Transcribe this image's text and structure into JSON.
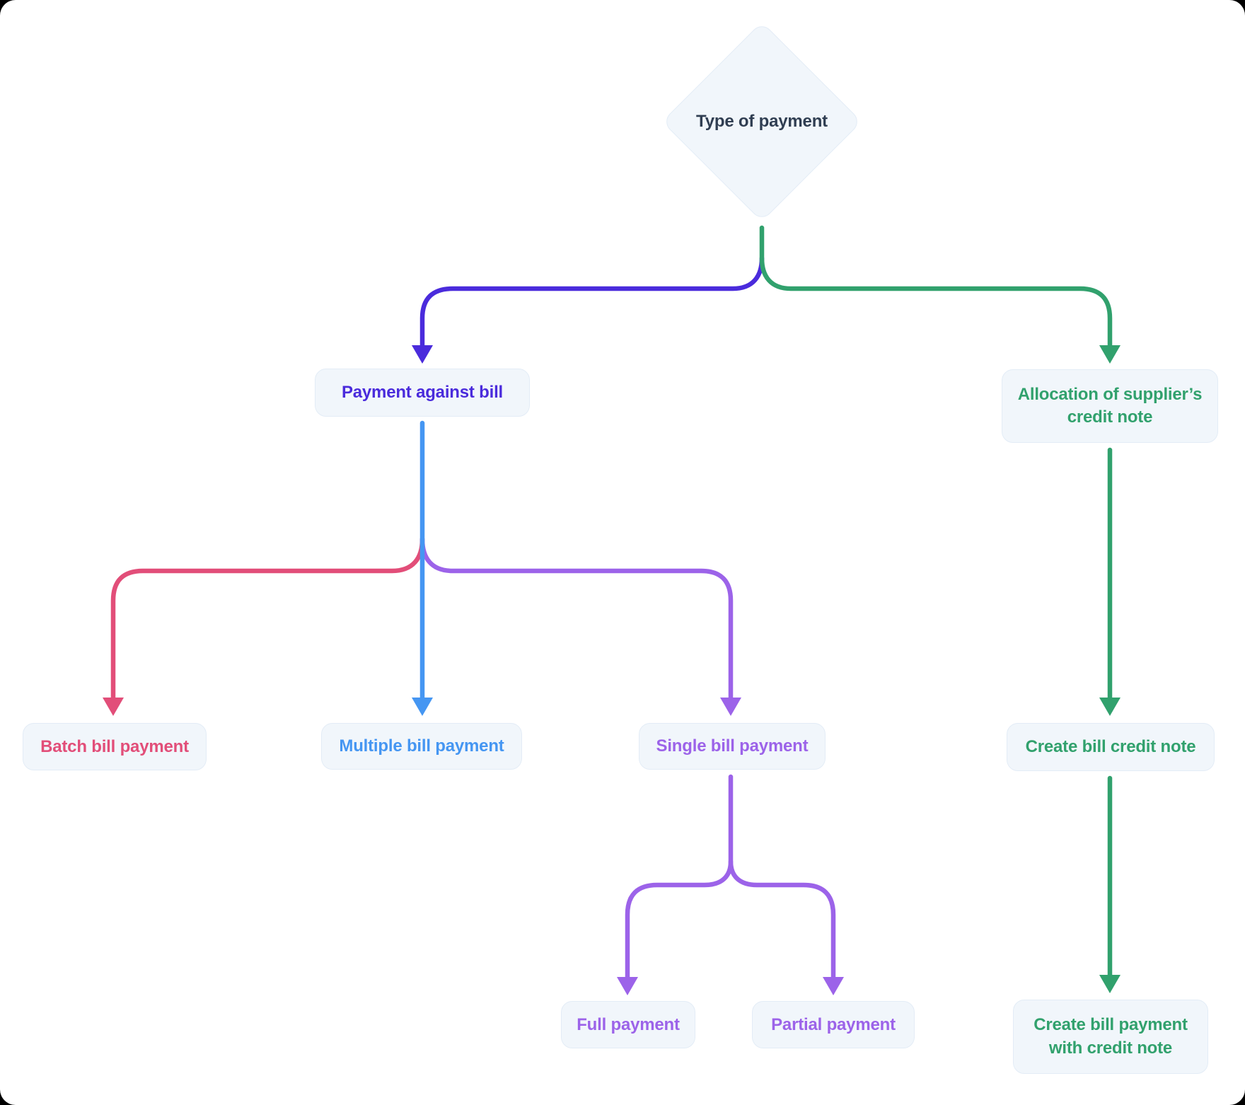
{
  "colors": {
    "indigo": "#4A2BDC",
    "green": "#31A16D",
    "pink": "#E24E79",
    "blue": "#4596F2",
    "purple": "#9C63E9",
    "diamond_text": "#303E52",
    "node_bg": "#F1F6FB",
    "node_border": "#E3ECF6",
    "page_bg": "#FFFFFF",
    "outer_bg": "#000000"
  },
  "diamond": {
    "label": "Type of payment"
  },
  "nodes": [
    {
      "id": "payment-against-bill",
      "label": "Payment against bill"
    },
    {
      "id": "allocation-of-suppliers-credit-note",
      "lines": [
        "Allocation of supplier’s",
        "credit note"
      ]
    },
    {
      "id": "batch-bill-payment",
      "label": "Batch bill payment"
    },
    {
      "id": "multiple-bill-payment",
      "label": "Multiple bill payment"
    },
    {
      "id": "single-bill-payment",
      "label": "Single bill payment"
    },
    {
      "id": "create-bill-credit-note",
      "label": "Create bill credit note"
    },
    {
      "id": "full-payment",
      "label": "Full payment"
    },
    {
      "id": "partial-payment",
      "label": "Partial payment"
    },
    {
      "id": "create-bill-payment-with-credit-note",
      "lines": [
        "Create bill payment",
        "with credit note"
      ]
    }
  ],
  "edges": [
    {
      "from": "type-of-payment",
      "to": "payment-against-bill",
      "color": "indigo"
    },
    {
      "from": "type-of-payment",
      "to": "allocation-of-suppliers-credit-note",
      "color": "green"
    },
    {
      "from": "payment-against-bill",
      "to": "batch-bill-payment",
      "color": "pink"
    },
    {
      "from": "payment-against-bill",
      "to": "multiple-bill-payment",
      "color": "blue"
    },
    {
      "from": "payment-against-bill",
      "to": "single-bill-payment",
      "color": "purple"
    },
    {
      "from": "single-bill-payment",
      "to": "full-payment",
      "color": "purple"
    },
    {
      "from": "single-bill-payment",
      "to": "partial-payment",
      "color": "purple"
    },
    {
      "from": "allocation-of-suppliers-credit-note",
      "to": "create-bill-credit-note",
      "color": "green"
    },
    {
      "from": "create-bill-credit-note",
      "to": "create-bill-payment-with-credit-note",
      "color": "green"
    }
  ]
}
